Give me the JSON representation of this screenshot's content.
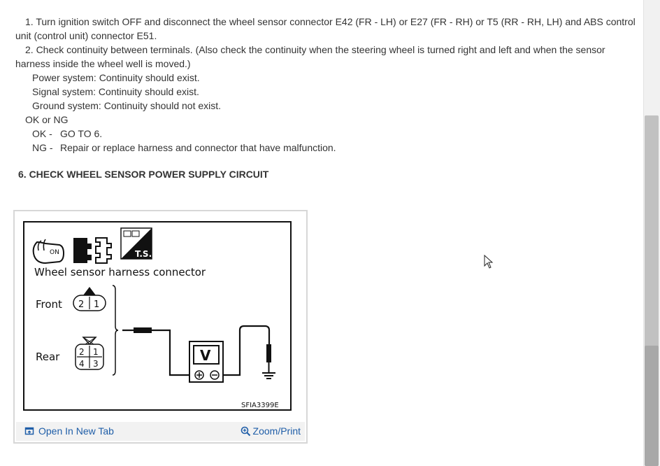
{
  "steps": {
    "step1_part1": "1. Turn ignition switch OFF and disconnect the wheel sensor connector E42 (FR - LH) or E27 (FR - RH) or T5 (RR - RH, LH) and ABS control",
    "step1_part2": "unit (control unit) connector E51.",
    "step2_part1": "2. Check continuity between terminals. (Also check the continuity when the steering wheel is turned right and left and when the sensor",
    "step2_part2": "harness inside the wheel well is moved.)",
    "power": "Power system: Continuity should exist.",
    "signal": "Signal system: Continuity should exist.",
    "ground": "Ground system: Continuity should not exist.",
    "ok_or_ng": "OK or NG",
    "ok_label": "OK -",
    "ok_action": "GO TO 6.",
    "ng_label": "NG -",
    "ng_action": "Repair or replace harness and connector that have malfunction."
  },
  "section_heading": "6. CHECK WHEEL SENSOR POWER SUPPLY CIRCUIT",
  "figure": {
    "on_label": "ON",
    "ts_label": "T.S.",
    "connector_title": "Wheel sensor harness connector",
    "front_label": "Front",
    "rear_label": "Rear",
    "front_pins": [
      "2",
      "1"
    ],
    "rear_pins": [
      "2",
      "1",
      "4",
      "3"
    ],
    "meter_label": "V",
    "plus_symbol": "⊕",
    "minus_symbol": "⊖",
    "figure_code": "SFIA3399E"
  },
  "footer": {
    "open_tab": "Open In New Tab",
    "zoom_print": "Zoom/Print"
  },
  "icons": {
    "open_tab": "open-in-new-tab-icon",
    "zoom": "magnifier-plus-icon"
  },
  "colors": {
    "link": "#1f5ea8",
    "text": "#333333",
    "footer_bg": "#f2f2f2"
  }
}
